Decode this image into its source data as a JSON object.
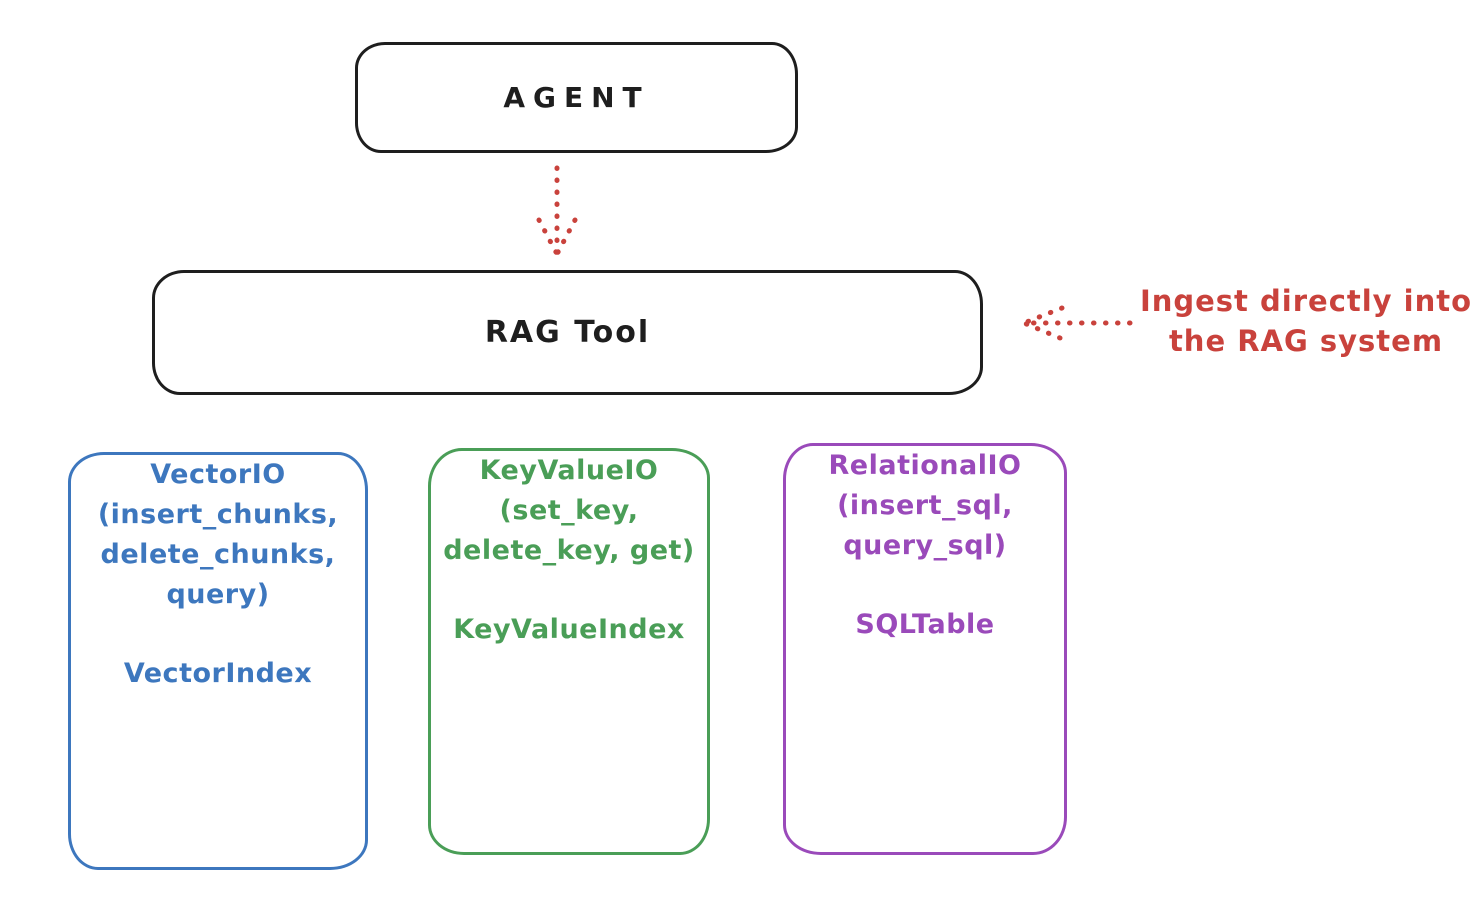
{
  "canvas": {
    "background": "#ffffff",
    "ink": "#1e1e1e",
    "accent_red": "#c9423c"
  },
  "agent_box": {
    "label": "AGENT"
  },
  "rag_tool_box": {
    "label": "RAG Tool"
  },
  "annotation": {
    "line1": "Ingest directly into",
    "line2": "the RAG system"
  },
  "arrows": [
    {
      "name": "agent-to-rag-tool",
      "style": "dotted",
      "color": "#c9423c",
      "direction": "down"
    },
    {
      "name": "ingest-into-rag-tool",
      "style": "dotted",
      "color": "#c9423c",
      "direction": "left"
    }
  ],
  "io_boxes": [
    {
      "name": "vector-io",
      "color": "#3d77be",
      "lines": [
        "VectorIO",
        "(insert_chunks,",
        "delete_chunks,",
        "query)"
      ],
      "index_label": "VectorIndex"
    },
    {
      "name": "keyvalue-io",
      "color": "#4a9e57",
      "lines": [
        "KeyValueIO",
        "(set_key,",
        "delete_key, get)"
      ],
      "index_label": "KeyValueIndex"
    },
    {
      "name": "relational-io",
      "color": "#9a4aba",
      "lines": [
        "RelationalIO",
        "(insert_sql,",
        "query_sql)"
      ],
      "index_label": "SQLTable"
    }
  ]
}
